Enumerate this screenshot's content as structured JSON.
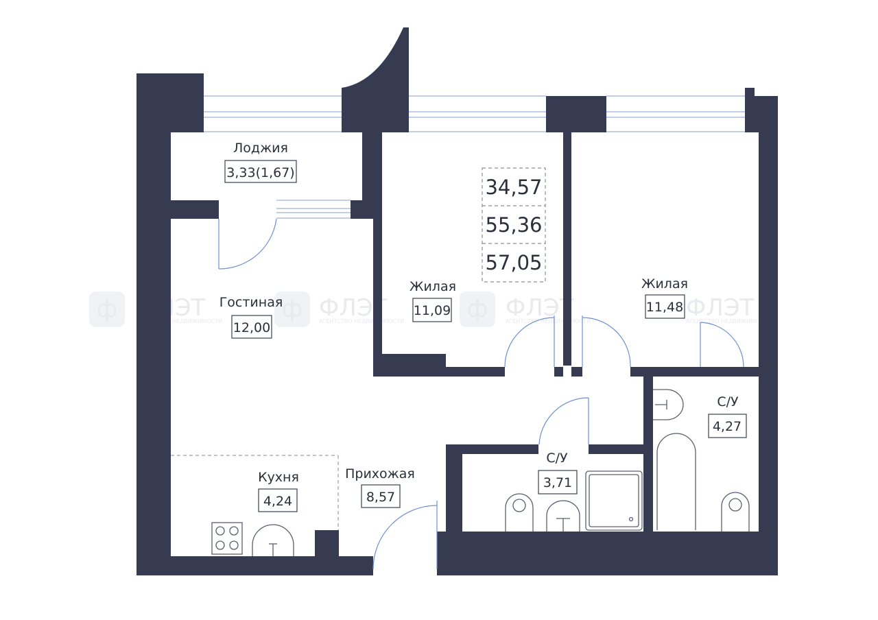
{
  "watermark": {
    "logo_letter": "ф",
    "brand": "ФЛЭТ",
    "tagline": "АГЕНТСТВО НЕДВИЖИМОСТИ"
  },
  "totals": {
    "living_area": "34,57",
    "total_area": "55,36",
    "total_with_loggia": "57,05"
  },
  "rooms": {
    "loggia": {
      "name": "Лоджия",
      "area": "3,33(1,67)"
    },
    "living_room": {
      "name": "Гостиная",
      "area": "12,00"
    },
    "bedroom_1": {
      "name": "Жилая",
      "area": "11,09"
    },
    "bedroom_2": {
      "name": "Жилая",
      "area": "11,48"
    },
    "kitchen": {
      "name": "Кухня",
      "area": "4,24"
    },
    "hallway": {
      "name": "Прихожая",
      "area": "8,57"
    },
    "bathroom_1": {
      "name": "С/У",
      "area": "3,71"
    },
    "bathroom_2": {
      "name": "С/У",
      "area": "4,27"
    }
  },
  "colors": {
    "wall": "#363b52",
    "door": "#6f8fd0",
    "window": "#9ab0d8"
  }
}
